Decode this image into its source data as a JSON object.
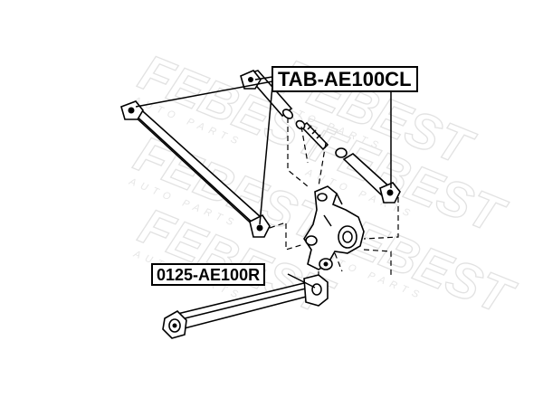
{
  "labels": {
    "upper_part_number": "TAB-AE100CL",
    "lower_part_number": "0125-AE100R"
  },
  "watermark": {
    "brand": "FEBEST",
    "tagline": "AUTO PARTS"
  },
  "colors": {
    "line": "#000000",
    "watermark": "#e2e2e2",
    "background": "#ffffff"
  }
}
